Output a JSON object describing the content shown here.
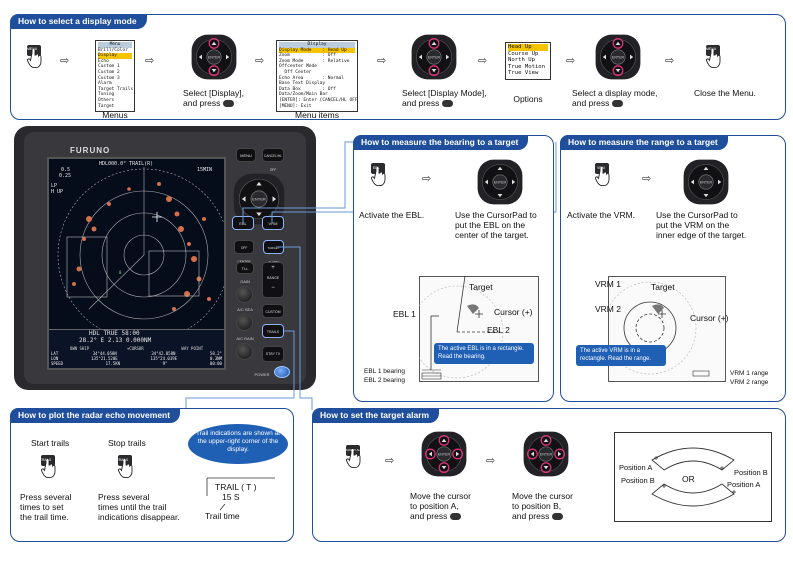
{
  "display_mode": {
    "title": "How to select a display mode",
    "labels": {
      "menus": "Menus",
      "select_display_1": "Select [Display],",
      "select_display_2": "and press",
      "menu_items": "Menu items",
      "select_mode_1": "Select [Display Mode],",
      "select_mode_2": "and press",
      "options": "Options",
      "select_mode3_1": "Select a display mode,",
      "select_mode3_2": "and press",
      "close_menu": "Close the Menu."
    },
    "menu_key": "MENU",
    "menu_box": {
      "header": "Menu",
      "items": [
        "Brill/Color",
        "Display",
        "Echo",
        "Custom 1",
        "Custom 2",
        "Custom 3",
        "Alarm",
        "Target Trails",
        "Tuning",
        "Others",
        "Target"
      ],
      "selected_index": 1
    },
    "menu_items_box": {
      "header": "Display",
      "items": [
        "Display Mode    : Head Up",
        "Zoom            : Off",
        "Zoom Mode       : Relative",
        "Offcenter Mode",
        "  Off Center",
        "Echo Area       : Normal",
        "Base Text Display",
        "Data Box        : Off",
        "Data/Zoom/Main Bar",
        "",
        "[ENTER]: Enter [CANCEL/HL OFF]: Back",
        "[MENU]: Exit"
      ],
      "selected_index": 0
    },
    "options_box": {
      "items": [
        "Head Up",
        "Course Up",
        "North Up",
        "True Motion",
        "True View"
      ],
      "selected_index": 0
    }
  },
  "unit": {
    "brand": "FURUNO",
    "keys": {
      "menu": "MENU",
      "cancel": "CANCEL/HL OFF",
      "ebl": "EBL",
      "vrm": "VRM",
      "off_center": "OFF CENTER",
      "target_alarm": "TARGET ALARM",
      "tll": "TLL",
      "gain": "GAIN",
      "range": "RANGE",
      "range_plus": "+",
      "range_minus": "−",
      "custom": "CUSTOM",
      "trails": "TRAILS",
      "stby_tx": "STBY TX",
      "auto_sea": "A/C SEA",
      "auto_rain": "A/C RAIN",
      "enter": "ENTER",
      "power": "POWER"
    },
    "screen": {
      "top_center": "HDL000.0° TRAIL(R)",
      "top_left_1": "0.5",
      "top_left_2": "0.25",
      "top_left_3": "LP",
      "top_left_4": "H UP",
      "top_right": "15MIN",
      "bottom_line1": "HDL   TRUE 58:00",
      "bottom_line2": "28.2° E   2.13 0.000NM",
      "table_headers": [
        "OWN SHIP",
        "+CURSOR",
        "WAY POINT"
      ],
      "rows": [
        [
          "LAT",
          "34°44.058N",
          "34°42.858N",
          "58.2°"
        ],
        [
          "LON",
          "135°21.520E",
          "135°24.039E",
          "0.3NM"
        ],
        [
          "SPEED",
          "17.5KN",
          "9°",
          "00:00"
        ]
      ]
    }
  },
  "bearing": {
    "title": "How to measure the bearing to a target",
    "activate": "Activate the EBL.",
    "use_1": "Use the CursorPad to",
    "use_2": "put the EBL on the",
    "use_3": "center of the target.",
    "key": "EBL",
    "target": "Target",
    "cursor": "Cursor (+)",
    "ebl1": "EBL 1",
    "ebl2": "EBL 2",
    "callout": "The active EBL is in a rectangle. Read the bearing.",
    "ebl1_bearing": "EBL 1 bearing",
    "ebl2_bearing": "EBL 2 bearing"
  },
  "range": {
    "title": "How to measure the range to a target",
    "activate": "Activate the VRM.",
    "use_1": "Use the CursorPad to",
    "use_2": "put the VRM on the",
    "use_3": "inner edge of the target.",
    "key": "VRM",
    "vrm1": "VRM 1",
    "vrm2": "VRM 2",
    "target": "Target",
    "cursor": "Cursor (+)",
    "callout": "The active VRM is in a rectangle. Read the range.",
    "vrm1_range": "VRM 1 range",
    "vrm2_range": "VRM 2 range"
  },
  "trails": {
    "title": "How to plot the radar echo movement",
    "start": "Start trails",
    "stop": "Stop trails",
    "key": "TRAILS",
    "press_1a": "Press several",
    "press_1b": "times to set",
    "press_1c": "the trail time.",
    "press_2a": "Press several",
    "press_2b": "times until the trail",
    "press_2c": "indications disappear.",
    "bubble": "Trail indications are shown at the upper-right corner of the display.",
    "trail_label_1": "TRAIL ( T )",
    "trail_label_2": "15 S",
    "trail_time": "Trail time"
  },
  "alarm": {
    "title": "How to set the target alarm",
    "key": "TARGET ALARM",
    "move_a_1": "Move the cursor",
    "move_a_2": "to position A,",
    "move_a_3": "and press",
    "move_b_1": "Move the cursor",
    "move_b_2": "to position B,",
    "move_b_3": "and press",
    "pos_a": "Position A",
    "pos_b": "Position B",
    "or": "OR"
  },
  "glyphs": {
    "arrow": "⇨"
  },
  "colors": {
    "accent": "#1f4e9c",
    "callout": "#1f5fb4",
    "highlight": "#f5c400",
    "echo": "#d2704e"
  }
}
